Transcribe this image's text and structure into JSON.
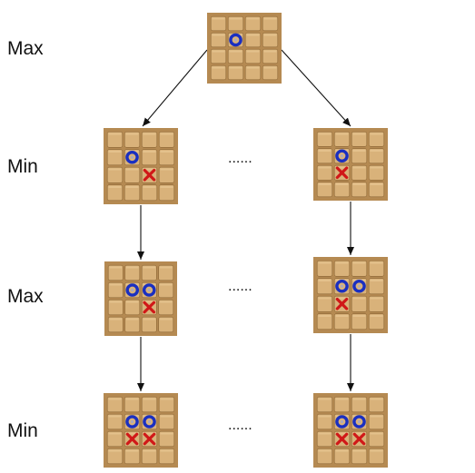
{
  "levels": [
    {
      "label": "Max"
    },
    {
      "label": "Min"
    },
    {
      "label": "Max"
    },
    {
      "label": "Min"
    }
  ],
  "ellipsis": "......",
  "colors": {
    "board_light": "#d9b27a",
    "board_dark": "#b58a52",
    "board_line": "#8c6635",
    "circle": "#1a2fc0",
    "cross": "#d01818",
    "arrow": "#111111"
  },
  "boards": [
    {
      "id": "root",
      "size": 4,
      "marks": [
        {
          "type": "O",
          "row": 1,
          "col": 1
        }
      ]
    },
    {
      "id": "l1-left",
      "size": 4,
      "marks": [
        {
          "type": "O",
          "row": 1,
          "col": 1
        },
        {
          "type": "X",
          "row": 2,
          "col": 2
        }
      ]
    },
    {
      "id": "l1-right",
      "size": 4,
      "marks": [
        {
          "type": "O",
          "row": 1,
          "col": 1
        },
        {
          "type": "X",
          "row": 2,
          "col": 1
        }
      ]
    },
    {
      "id": "l2-left",
      "size": 4,
      "marks": [
        {
          "type": "O",
          "row": 1,
          "col": 1
        },
        {
          "type": "O",
          "row": 1,
          "col": 2
        },
        {
          "type": "X",
          "row": 2,
          "col": 2
        }
      ]
    },
    {
      "id": "l2-right",
      "size": 4,
      "marks": [
        {
          "type": "O",
          "row": 1,
          "col": 1
        },
        {
          "type": "O",
          "row": 1,
          "col": 2
        },
        {
          "type": "X",
          "row": 2,
          "col": 1
        }
      ]
    },
    {
      "id": "l3-left",
      "size": 4,
      "marks": [
        {
          "type": "O",
          "row": 1,
          "col": 1
        },
        {
          "type": "O",
          "row": 1,
          "col": 2
        },
        {
          "type": "X",
          "row": 2,
          "col": 1
        },
        {
          "type": "X",
          "row": 2,
          "col": 2
        }
      ]
    },
    {
      "id": "l3-right",
      "size": 4,
      "marks": [
        {
          "type": "O",
          "row": 1,
          "col": 1
        },
        {
          "type": "O",
          "row": 1,
          "col": 2
        },
        {
          "type": "X",
          "row": 2,
          "col": 1
        },
        {
          "type": "X",
          "row": 2,
          "col": 2
        }
      ]
    }
  ],
  "edges": [
    {
      "from": "root",
      "to": "l1-left"
    },
    {
      "from": "root",
      "to": "l1-right"
    },
    {
      "from": "l1-left",
      "to": "l2-left"
    },
    {
      "from": "l1-right",
      "to": "l2-right"
    },
    {
      "from": "l2-left",
      "to": "l3-left"
    },
    {
      "from": "l2-right",
      "to": "l3-right"
    }
  ]
}
